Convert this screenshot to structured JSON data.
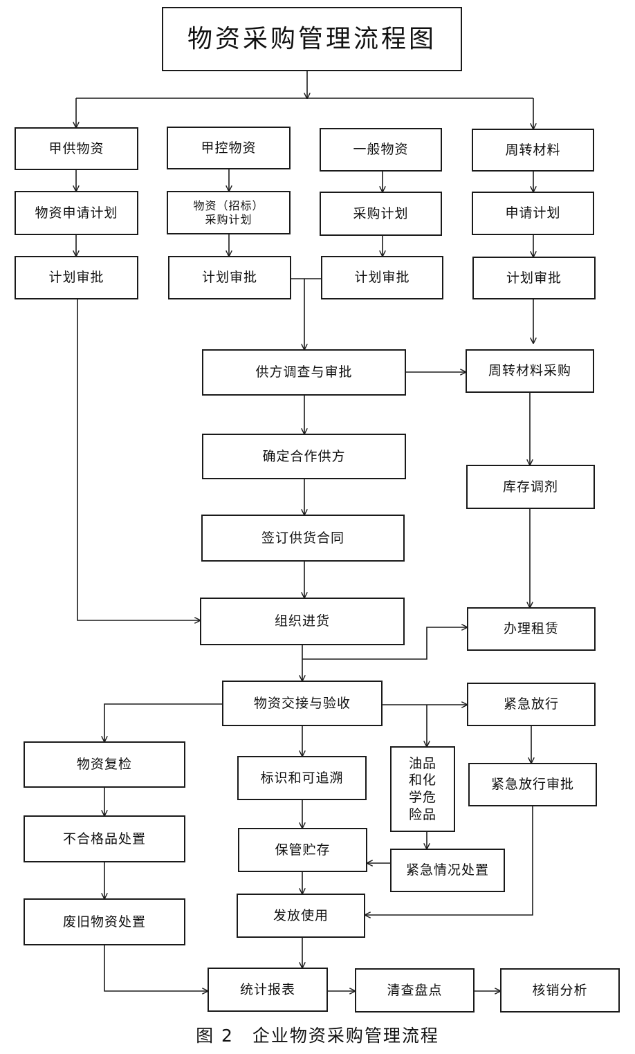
{
  "diagram": {
    "title": "物资采购管理流程图",
    "caption": "图 2　企业物资采购管理流程",
    "nodes": {
      "jiagong_wuzi": "甲供物资",
      "jiakong_wuzi": "甲控物资",
      "yiban_wuzi": "一般物资",
      "zhouzhuan_cailiao": "周转材料",
      "wuzi_shenqing_jihua": "物资申请计划",
      "wuzi_zhaobiao_line1": "物资（招标）",
      "wuzi_zhaobiao_line2": "采购计划",
      "caigou_jihua": "采购计划",
      "shenqing_jihua": "申请计划",
      "jihua_shenpi_1": "计划审批",
      "jihua_shenpi_2": "计划审批",
      "jihua_shenpi_3": "计划审批",
      "jihua_shenpi_4": "计划审批",
      "gongfang_diaocha": "供方调查与审批",
      "zhouzhuan_caigou": "周转材料采购",
      "queding_gongfang": "确定合作供方",
      "kucun_tiaoji": "库存调剂",
      "qianding_hetong": "签订供货合同",
      "zuzhi_jinhuo": "组织进货",
      "banli_zulin": "办理租赁",
      "jiaojie_yanshou": "物资交接与验收",
      "jinji_fangxing": "紧急放行",
      "wuzi_fujian": "物资复检",
      "biaoshi_zhuisu": "标识和可追溯",
      "youpin_1": "油品",
      "youpin_2": "和化",
      "youpin_3": "学危",
      "youpin_4": "险品",
      "jinji_fangxing_shenpi": "紧急放行审批",
      "buhege_chuzhi": "不合格品处置",
      "baoguan_zhucun": "保管贮存",
      "jinji_qingkuang": "紧急情况处置",
      "faifang_shiyong": "发放使用",
      "feijiu_chuzhi": "废旧物资处置",
      "tongji_baobiao": "统计报表",
      "qingcha_pandian": "清查盘点",
      "hexiao_fenxi": "核销分析"
    }
  }
}
